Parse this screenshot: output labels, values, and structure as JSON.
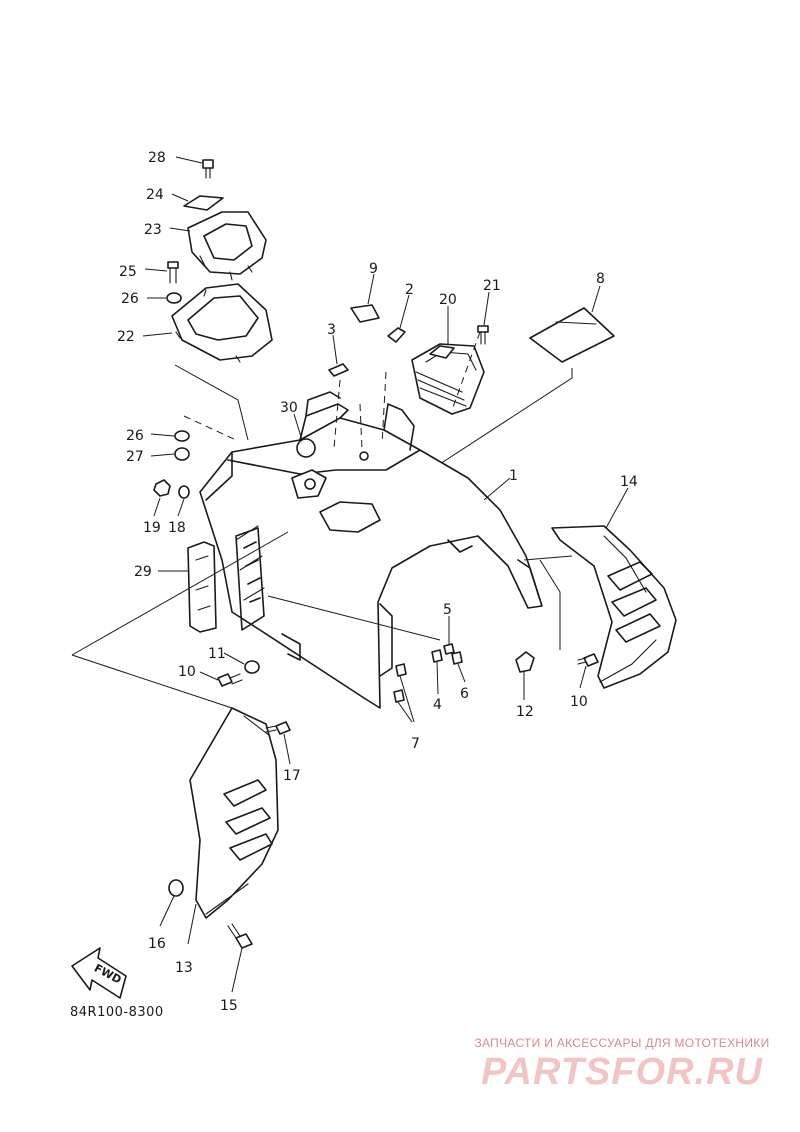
{
  "diagram": {
    "drawing_code": "84R100-8300",
    "fwd_label": "FWD",
    "callouts": {
      "c28": "28",
      "c24": "24",
      "c23": "23",
      "c25": "25",
      "c26a": "26",
      "c22": "22",
      "c9": "9",
      "c2": "2",
      "c20": "20",
      "c21": "21",
      "c8": "8",
      "c3": "3",
      "c30": "30",
      "c26b": "26",
      "c27": "27",
      "c1": "1",
      "c14": "14",
      "c19": "19",
      "c18": "18",
      "c29": "29",
      "c5": "5",
      "c11": "11",
      "c10a": "10",
      "c4": "4",
      "c6": "6",
      "c12": "12",
      "c10b": "10",
      "c7": "7",
      "c17": "17",
      "c16": "16",
      "c13": "13",
      "c15": "15"
    }
  },
  "watermark": {
    "caption": "ЗАПЧАСТИ И АКСЕССУАРЫ ДЛЯ МОТОТЕХНИКИ",
    "logo": "PARTSFOR.RU"
  }
}
